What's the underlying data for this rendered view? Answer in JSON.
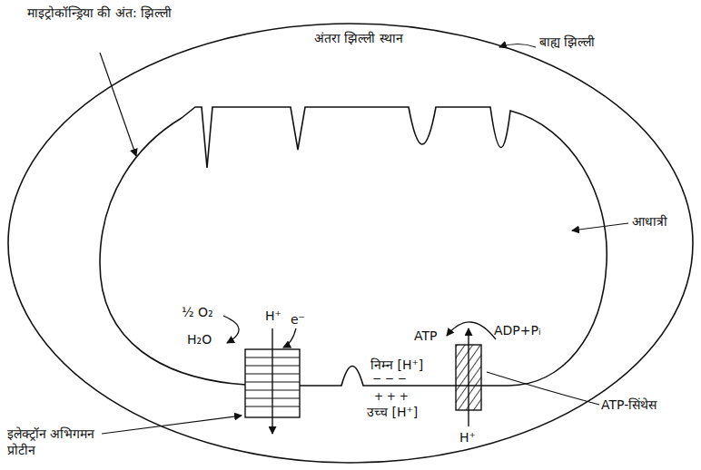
{
  "diagram": {
    "labels": [
      "माइट्रोकॉन्ड्रिया की अंत: झिल्ली",
      "अंतरा झिल्ली स्थान",
      "बाह्य झिल्ली",
      "आधात्री",
      "½ O₂",
      "H₂O",
      "H⁺",
      "e⁻",
      "ATP",
      "ADP+Pᵢ",
      "निम्न [H⁺]",
      "− − −",
      "+ + +",
      "उच्च [H⁺]",
      "H⁺",
      "ATP-सिंथेस",
      "इलेक्ट्रॉन अभिगमन प्रोटीन"
    ]
  }
}
